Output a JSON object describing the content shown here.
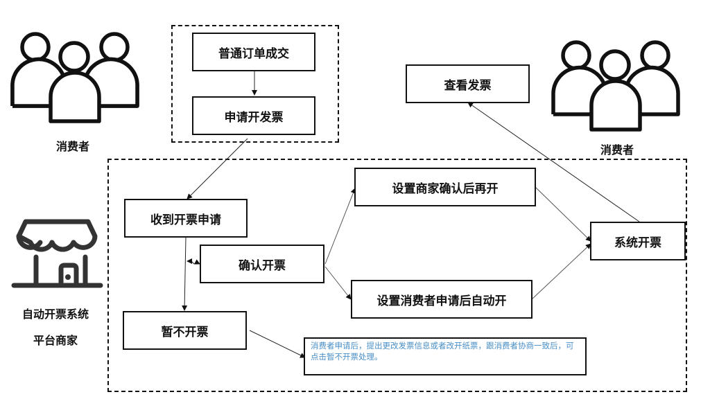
{
  "actors": {
    "consumer_left": {
      "label": "消费者",
      "icon": "people-group-icon"
    },
    "consumer_right": {
      "label": "消费者",
      "icon": "people-group-icon"
    },
    "merchant": {
      "label_line1": "自动开票系统",
      "label_line2": "平台商家",
      "icon": "storefront-icon"
    }
  },
  "nodes": {
    "order_deal": "普通订单成交",
    "apply_invoice": "申请开发票",
    "view_invoice": "查看发票",
    "receive_request": "收到开票申请",
    "confirm_invoice": "确认开票",
    "hold_invoice": "暂不开票",
    "merchant_confirm_mode": "设置商家确认后再开",
    "auto_mode": "设置消费者申请后自动开",
    "system_invoice": "系统开票"
  },
  "note": {
    "text": "消费者申请后，提出更改发票信息或者改开纸票，跟消费者协商一致后，可点击暂不开票处理。",
    "color": "#4a8fc8"
  },
  "edges": [
    {
      "from": "order_deal",
      "to": "apply_invoice"
    },
    {
      "from": "apply_invoice",
      "to": "receive_request"
    },
    {
      "from": "receive_request",
      "to": "confirm_invoice"
    },
    {
      "from": "receive_request",
      "to": "hold_invoice"
    },
    {
      "from": "confirm_invoice",
      "to": "merchant_confirm_mode"
    },
    {
      "from": "confirm_invoice",
      "to": "auto_mode"
    },
    {
      "from": "merchant_confirm_mode",
      "to": "system_invoice"
    },
    {
      "from": "auto_mode",
      "to": "system_invoice"
    },
    {
      "from": "system_invoice",
      "to": "view_invoice"
    },
    {
      "from": "hold_invoice",
      "to": "note"
    }
  ]
}
